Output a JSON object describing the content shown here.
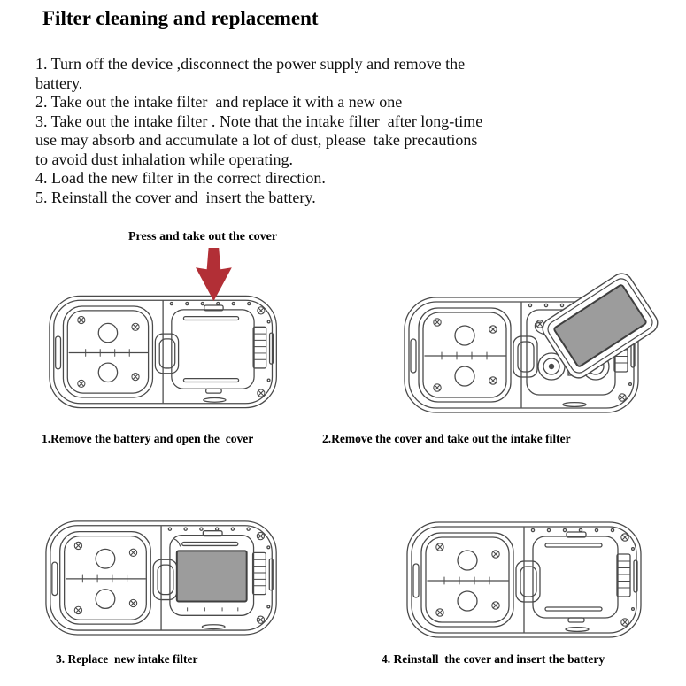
{
  "page": {
    "title": "Filter cleaning and replacement",
    "instructions": [
      "1. Turn off the device ,disconnect the power supply and remove the battery.",
      "2. Take out the intake filter  and replace it with a new one",
      "3. Take out the intake filter . Note that the intake filter  after long-time use may absorb and accumulate a lot of dust, please  take precautions to avoid dust inhalation while operating.",
      "4. Load the new filter in the correct direction.",
      "5. Reinstall the cover and  insert the battery."
    ],
    "arrow_caption": "Press and take out the cover",
    "figures": [
      {
        "caption": "1.Remove the battery and open the  cover"
      },
      {
        "caption": "2.Remove the cover and take out the intake filter"
      },
      {
        "caption": "3. Replace  new intake filter"
      },
      {
        "caption": "4. Reinstall  the cover and insert the battery"
      }
    ],
    "colors": {
      "arrow_red": "#b22f36",
      "filter_gray": "#9c9c9c",
      "line_art": "#4a4a4a"
    }
  }
}
